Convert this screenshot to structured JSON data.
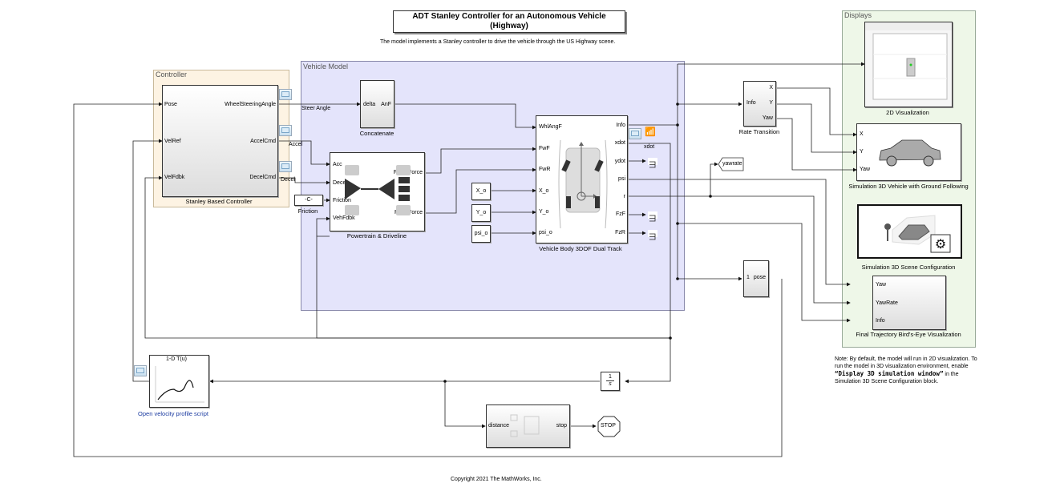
{
  "header": {
    "title_line1": "ADT Stanley Controller for an Autonomous Vehicle",
    "title_line2": "(Highway)",
    "description": "The model implements a Stanley controller to drive the vehicle through the US Highway scene."
  },
  "footer": {
    "copyright": "Copyright 2021 The MathWorks, Inc."
  },
  "areas": {
    "controller": "Controller",
    "vehicle_model": "Vehicle Model",
    "displays": "Displays"
  },
  "controller_block": {
    "name": "Stanley Based Controller",
    "inputs": [
      "Pose",
      "VelRef",
      "VelFdbk"
    ],
    "outputs": [
      "WheelSteeringAngle",
      "AccelCmd",
      "DecelCmd"
    ]
  },
  "signals": {
    "steer_angle": "Steer Angle",
    "accel": "Accel",
    "decel": "Decel",
    "xdot": "xdot"
  },
  "concatenate": {
    "name": "Concatenate",
    "in": "delta",
    "out": "AnF"
  },
  "friction": {
    "name": "Friction",
    "value": "-C-"
  },
  "powertrain": {
    "name": "Powertrain & Driveline",
    "inputs": [
      "Acc",
      "Decel",
      "Friction",
      "VehFdbk"
    ],
    "outputs": [
      "Front Force",
      "Rear Force"
    ]
  },
  "initial_blocks": [
    "X_o",
    "Y_o",
    "psi_o"
  ],
  "vehicle_body": {
    "name": "Vehicle Body 3DOF Dual Track",
    "inputs": [
      "WhlAngF",
      "FwF",
      "FwR",
      "X_o",
      "Y_o",
      "psi_o"
    ],
    "outputs": [
      "Info",
      "xdot",
      "ydot",
      "psi",
      "r",
      "FzF",
      "FzR"
    ]
  },
  "rate_transition": {
    "name": "Rate Transition",
    "in": "Info",
    "outputs": [
      "X",
      "Y",
      "Yaw"
    ]
  },
  "goto_tag": "yawrate",
  "pose_block": {
    "in": "1",
    "out": "pose"
  },
  "displays": {
    "vis2d": "2D Visualization",
    "sim3d_vehicle": {
      "name": "Simulation 3D Vehicle with Ground Following",
      "inputs": [
        "X",
        "Y",
        "Yaw"
      ]
    },
    "scene_config": "Simulation 3D Scene Configuration",
    "birds_eye": {
      "name": "Final Trajectory Bird's-Eye Visualization",
      "inputs": [
        "Yaw",
        "YawRate",
        "Info"
      ]
    }
  },
  "note": {
    "part1": "Note: By default, the model will run in 2D visualization. To run the model in 3D visualization environment, enable ",
    "code": "“Display 3D simulation window”",
    "part2": " in the Simulation 3D Scene Configuration block."
  },
  "lookup": {
    "title": "1-D T(u)",
    "link": "Open velocity profile script"
  },
  "integrator": {
    "num": "1",
    "den": "s"
  },
  "stop_subsystem": {
    "in": "distance",
    "out": "stop"
  },
  "stop_block": "STOP"
}
